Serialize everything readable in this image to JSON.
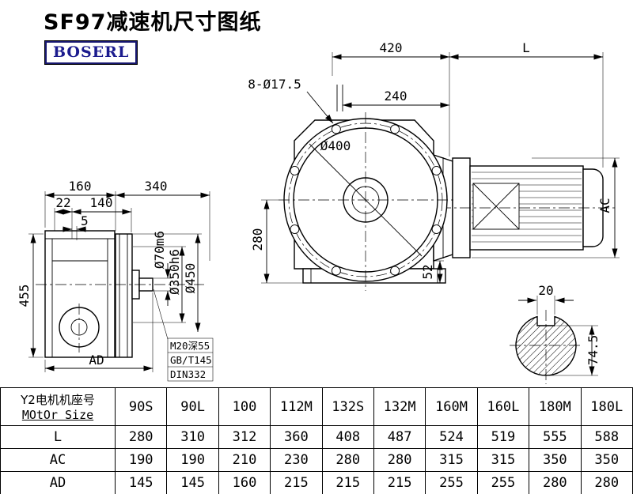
{
  "header": {
    "title": "SF97减速机尺寸图纸",
    "brand": "BOSERL",
    "brand_color": "#1b1b8e"
  },
  "drawing": {
    "dim_420": "420",
    "dim_L": "L",
    "holes_label": "8-Ø17.5",
    "dim_240": "240",
    "dia_400": "Ø400",
    "dim_280": "280",
    "label_AC": "AC",
    "dim_52": "52",
    "dim_160": "160",
    "dim_340": "340",
    "dim_22": "22",
    "dim_140": "140",
    "dim_5": "5",
    "dim_455": "455",
    "label_AD": "AD",
    "dia_70": "Ø70m6",
    "dia_350": "Ø350h6",
    "dia_450": "Ø450",
    "thread_note": "M20深55",
    "std_gb": "GB/T145",
    "std_din": "DIN332",
    "dim_20": "20",
    "dim_74_5": "74.5"
  },
  "table": {
    "motor_header_cn": "Y2电机机座号",
    "motor_header_en": "MOtOr Size",
    "sizes": [
      "90S",
      "90L",
      "100",
      "112M",
      "132S",
      "132M",
      "160M",
      "160L",
      "180M",
      "180L"
    ],
    "rows": [
      {
        "label": "L",
        "values": [
          "280",
          "310",
          "312",
          "360",
          "408",
          "487",
          "524",
          "519",
          "555",
          "588"
        ]
      },
      {
        "label": "AC",
        "values": [
          "190",
          "190",
          "210",
          "230",
          "280",
          "280",
          "315",
          "315",
          "350",
          "350"
        ]
      },
      {
        "label": "AD",
        "values": [
          "145",
          "145",
          "160",
          "215",
          "215",
          "215",
          "255",
          "255",
          "280",
          "280"
        ]
      }
    ]
  }
}
